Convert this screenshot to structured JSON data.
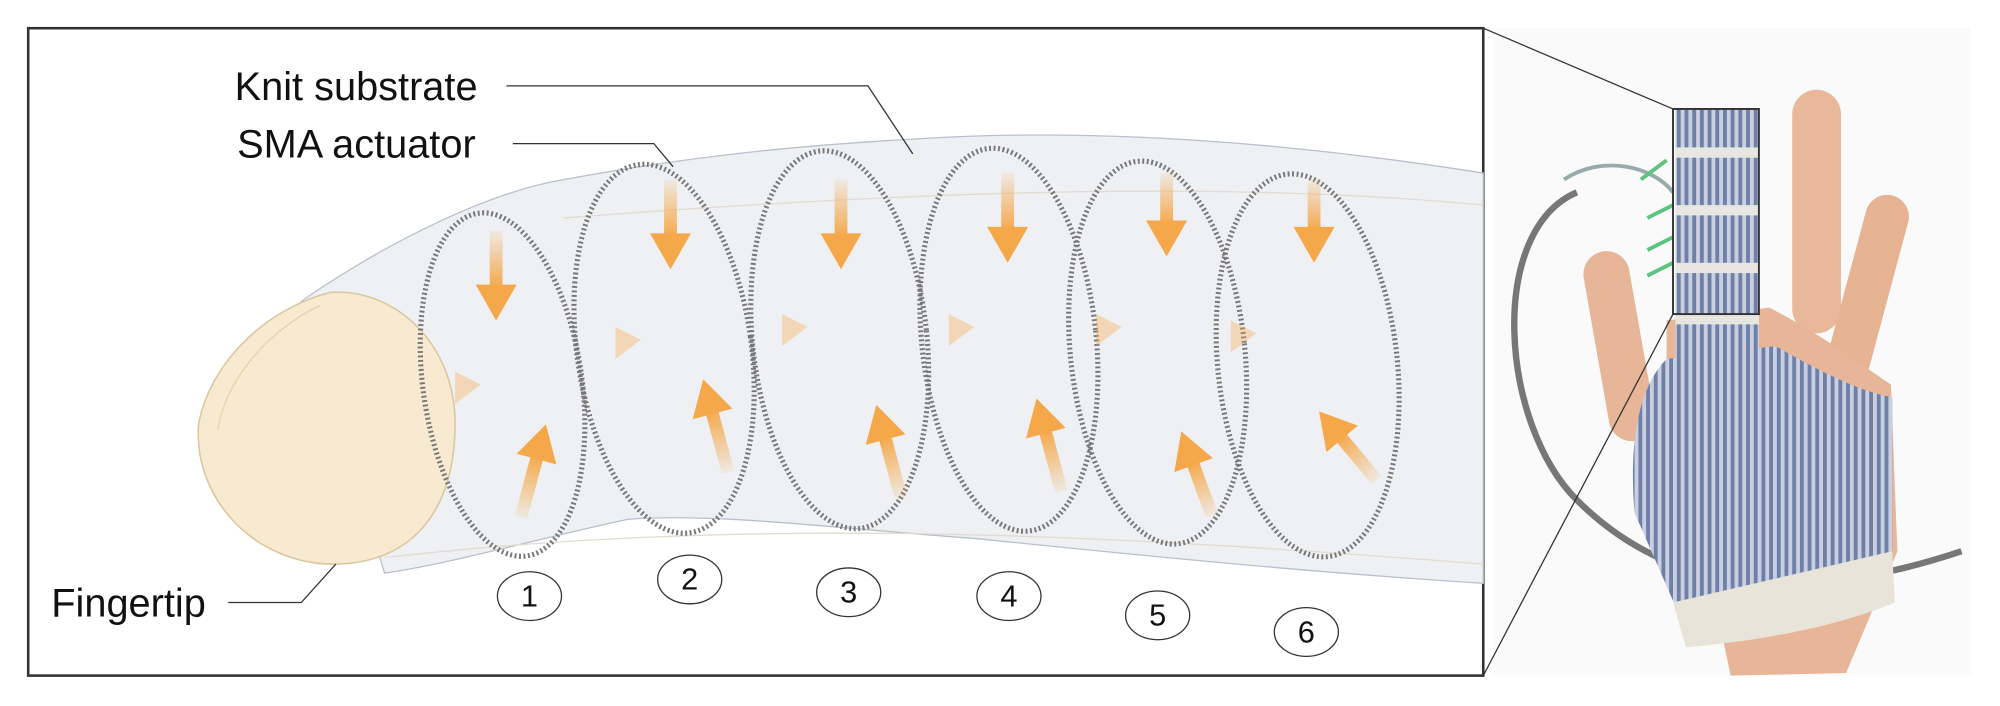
{
  "labels": {
    "knit_substrate": "Knit substrate",
    "sma_actuator": "SMA actuator",
    "fingertip": "Fingertip"
  },
  "segments": [
    "1",
    "2",
    "3",
    "4",
    "5",
    "6"
  ],
  "colors": {
    "arrow": "#f5a84a",
    "tube": "#eef0f3",
    "fingertip": "#f8ead0",
    "knit_blue": "#6f80a8"
  }
}
